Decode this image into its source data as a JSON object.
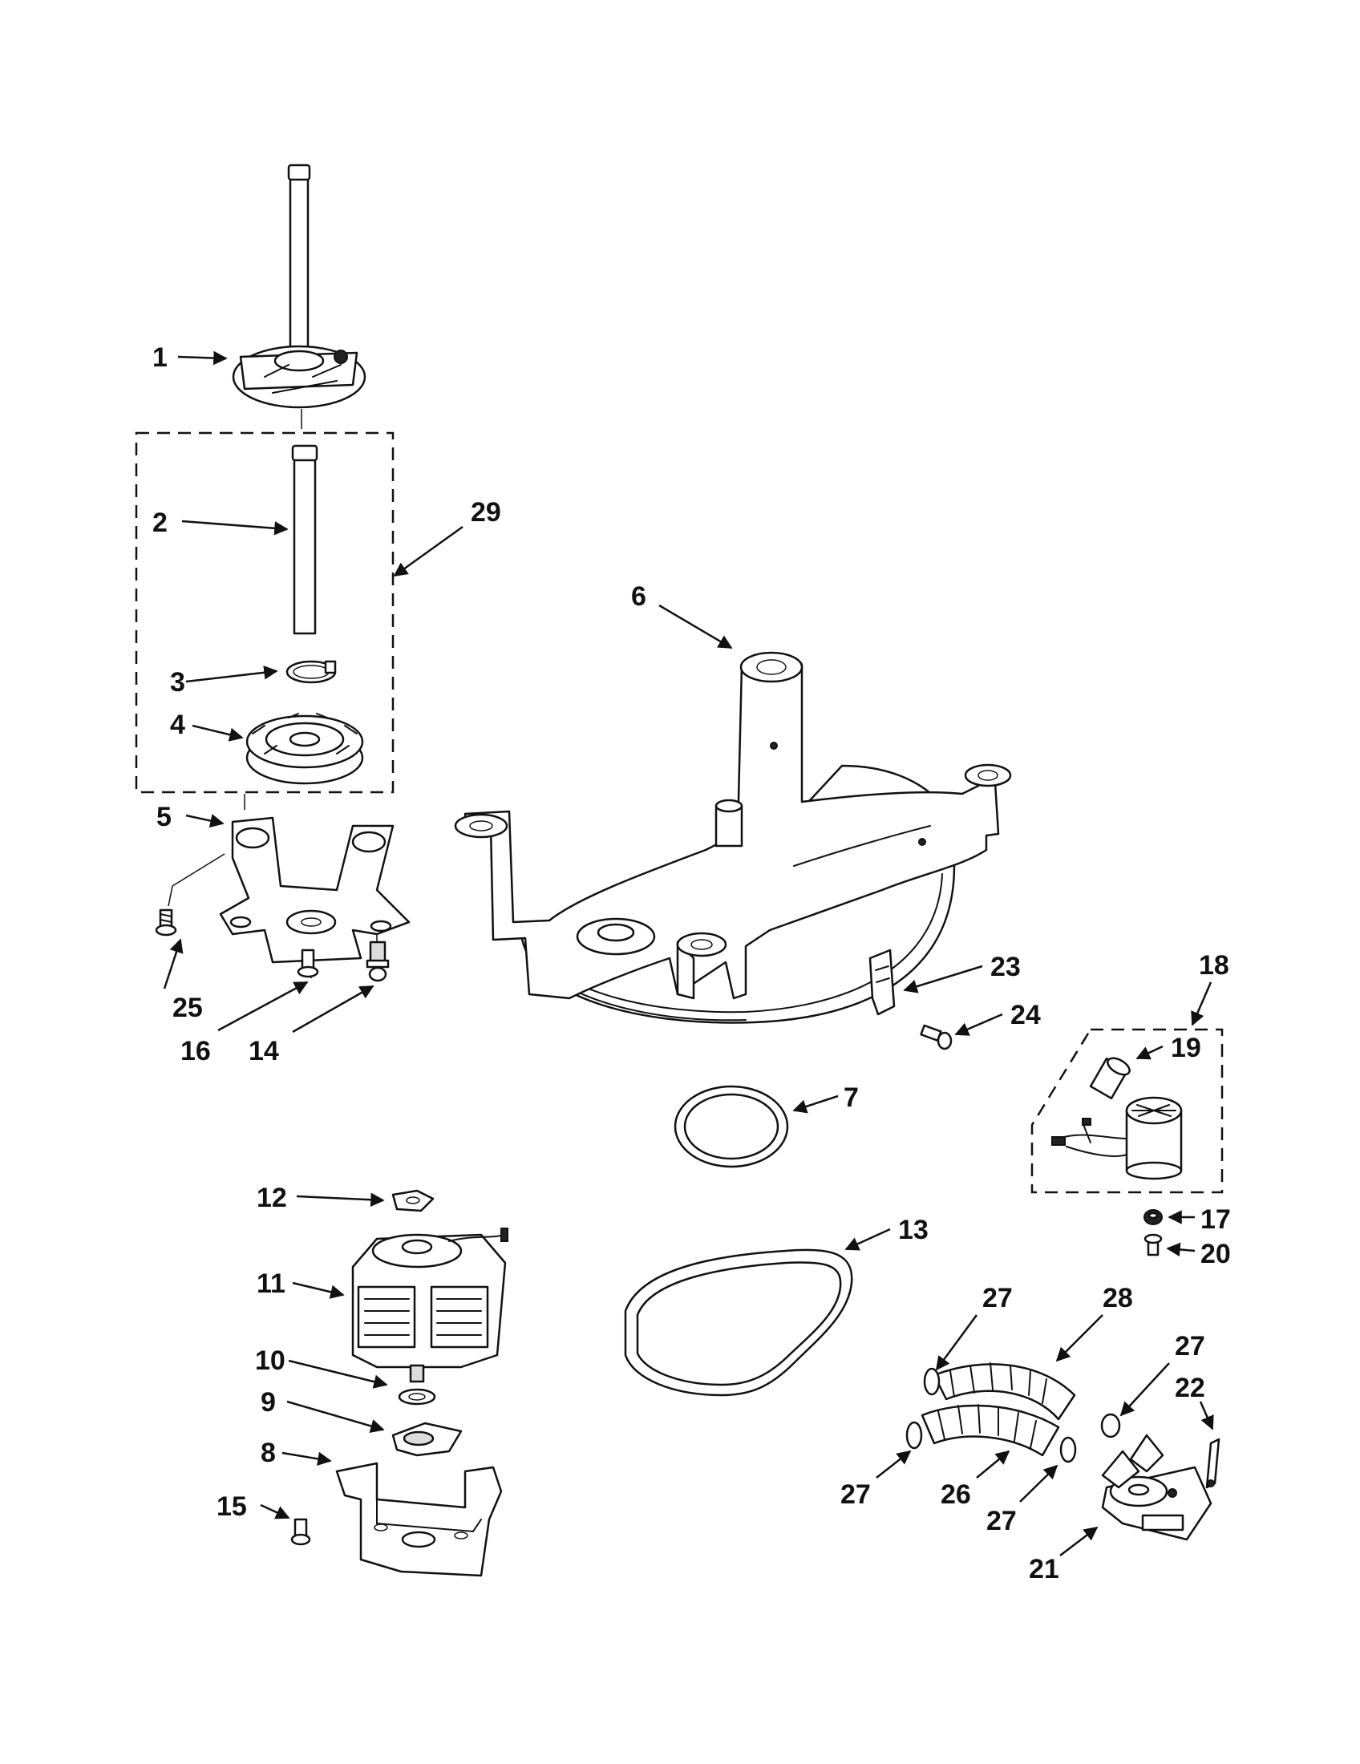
{
  "callouts": {
    "c1": "1",
    "c2": "2",
    "c3": "3",
    "c4": "4",
    "c5": "5",
    "c6": "6",
    "c7": "7",
    "c8": "8",
    "c9": "9",
    "c10": "10",
    "c11": "11",
    "c12": "12",
    "c13": "13",
    "c14": "14",
    "c15": "15",
    "c16": "16",
    "c17": "17",
    "c18": "18",
    "c19": "19",
    "c20": "20",
    "c21": "21",
    "c22": "22",
    "c23": "23",
    "c24": "24",
    "c25": "25",
    "c26": "26",
    "c27a": "27",
    "c27b": "27",
    "c27c": "27",
    "c27d": "27",
    "c28": "28",
    "c29": "29"
  }
}
